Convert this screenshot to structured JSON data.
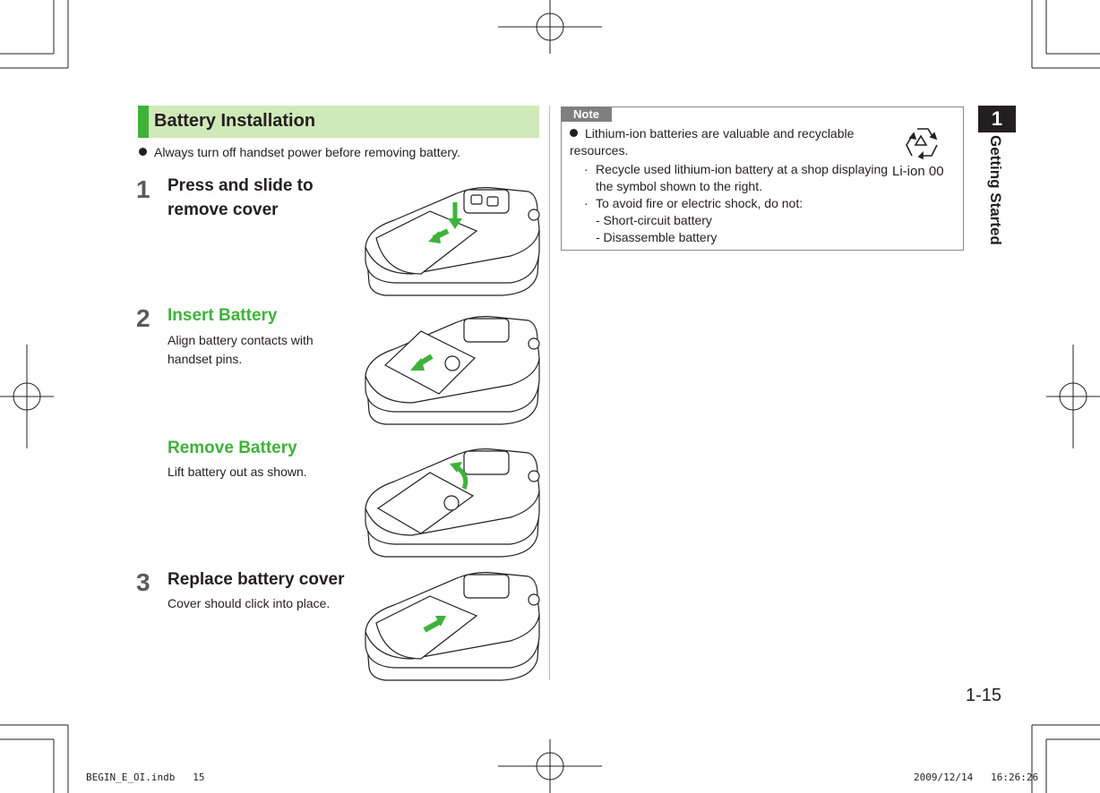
{
  "section": {
    "title": "Battery Installation"
  },
  "intro_bullet": "Always turn off handset power before removing battery.",
  "steps": [
    {
      "number": "1",
      "title_line1": "Press and slide to",
      "title_line2": "remove cover",
      "desc1": "",
      "desc2": ""
    },
    {
      "number": "2",
      "title_line1": "Insert Battery",
      "desc1": "Align battery contacts with",
      "desc2": "handset pins."
    },
    {
      "number": "",
      "title_line1": "Remove Battery",
      "desc1": "Lift battery out as shown.",
      "desc2": ""
    },
    {
      "number": "3",
      "title_line1": "Replace battery cover",
      "desc1": "Cover should click into place.",
      "desc2": ""
    }
  ],
  "note": {
    "tab": "Note",
    "bullet": "Lithium-ion batteries are valuable and recyclable resources.",
    "sub1_line1": "Recycle used lithium-ion battery at a shop displaying",
    "sub1_line2": "the symbol shown to the right.",
    "sub2": "To avoid fire or electric shock, do not:",
    "sub3": "- Short-circuit battery",
    "sub4": "- Disassemble battery",
    "symbol_label": "Li-ion 00"
  },
  "chapter": {
    "number": "1",
    "title": "Getting Started"
  },
  "page_number": "1-15",
  "slug": {
    "left": "BEGIN_E_OI.indb   15",
    "right": "2009/12/14   16:26:26"
  },
  "colors": {
    "accent_green": "#3fb23a",
    "header_bg": "#cfe9b8",
    "note_tab": "#7f7f7f"
  }
}
